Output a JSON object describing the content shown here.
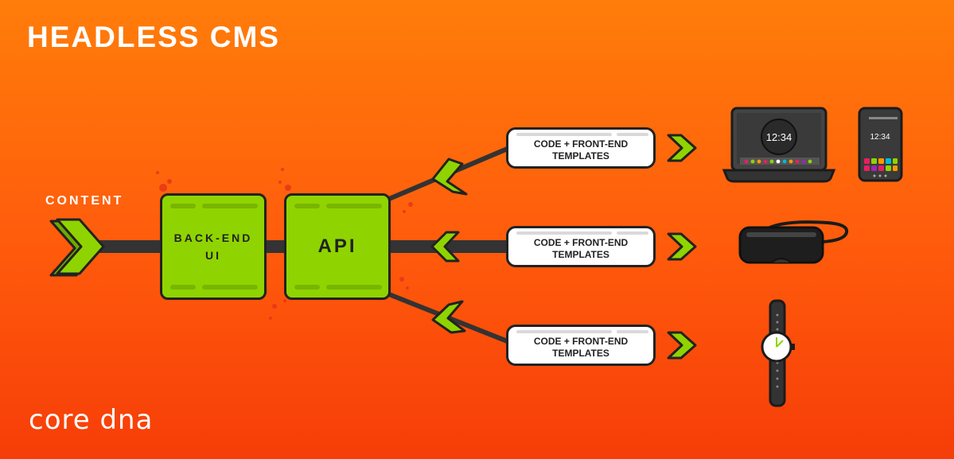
{
  "title": "HEADLESS CMS",
  "content_label": "CONTENT",
  "backend_line1": "BACK-END",
  "backend_line2": "UI",
  "api_label": "API",
  "templates": [
    {
      "line1": "CODE + FRONT-END",
      "line2": "TEMPLATES"
    },
    {
      "line1": "CODE + FRONT-END",
      "line2": "TEMPLATES"
    },
    {
      "line1": "CODE + FRONT-END",
      "line2": "TEMPLATES"
    }
  ],
  "laptop_time": "12:34",
  "phone_time": "12:34",
  "logo": "core dna",
  "colors": {
    "accent_green": "#8fd400",
    "background_top": "#ff7d0a",
    "background_bottom": "#f63d08",
    "outline": "#222222"
  },
  "icons": [
    "chevron-right-icon",
    "chevron-left-icon",
    "laptop-icon",
    "phone-icon",
    "vr-headset-icon",
    "smartwatch-icon"
  ]
}
